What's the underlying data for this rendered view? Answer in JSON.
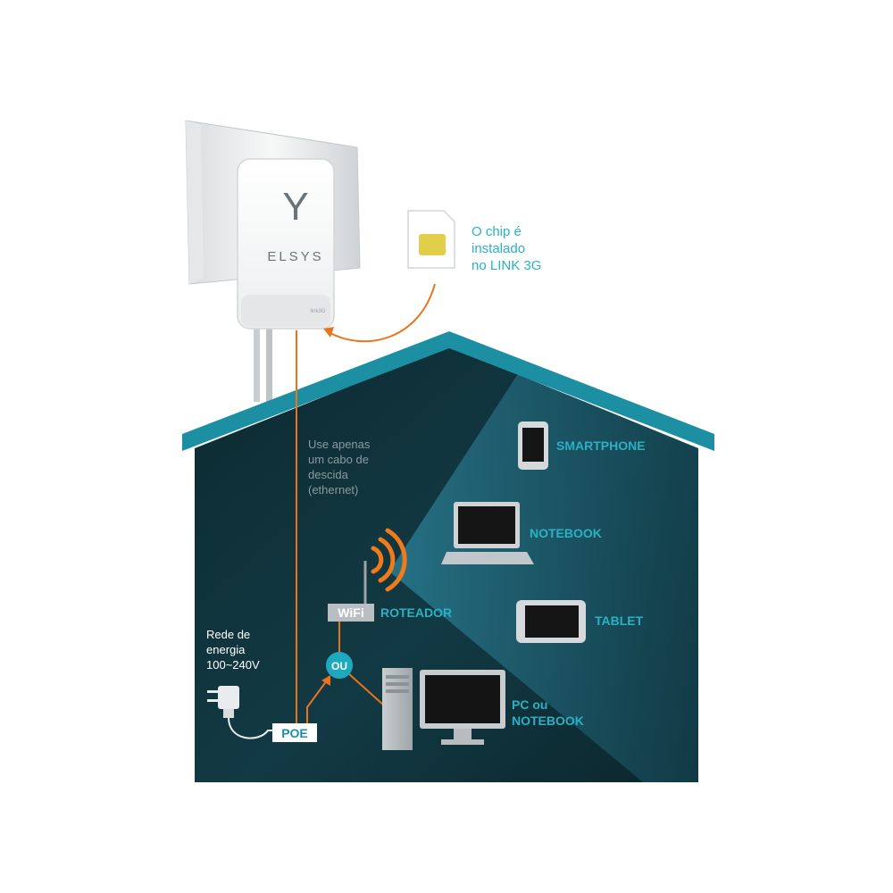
{
  "device": {
    "brand": "ELSYS",
    "logo_glyph": "Y",
    "small_mark": "link3G"
  },
  "chip_note": [
    "O chip é",
    "instalado",
    "no LINK 3G"
  ],
  "cable_note": [
    "Use apenas",
    "um cabo de",
    "descida",
    "(ethernet)"
  ],
  "power_note": [
    "Rede de",
    "energia",
    "100~240V"
  ],
  "poe_label": "POE",
  "router": {
    "wifi_badge": "WiFi",
    "label": "ROTEADOR"
  },
  "or_badge": "OU",
  "devices": {
    "smartphone": "SMARTPHONE",
    "notebook": "NOTEBOOK",
    "tablet": "TABLET",
    "pc": [
      "PC ou",
      "NOTEBOOK"
    ]
  },
  "colors": {
    "house_dark": "#0f2c33",
    "house_light": "#1b5a6c",
    "roof": "#1c8fa3",
    "accent_orange": "#e8741c",
    "label_teal": "#2bb0c4",
    "text_gray": "#8a9aa0",
    "wifi_orange": "#f07a1c",
    "sim_gold": "#e2cf49"
  },
  "icons": [
    "outdoor-3g-unit-icon",
    "sim-chip-icon",
    "wifi-waves-icon",
    "router-icon",
    "power-plug-icon",
    "smartphone-icon",
    "notebook-icon",
    "tablet-icon",
    "pc-tower-icon",
    "monitor-icon"
  ]
}
